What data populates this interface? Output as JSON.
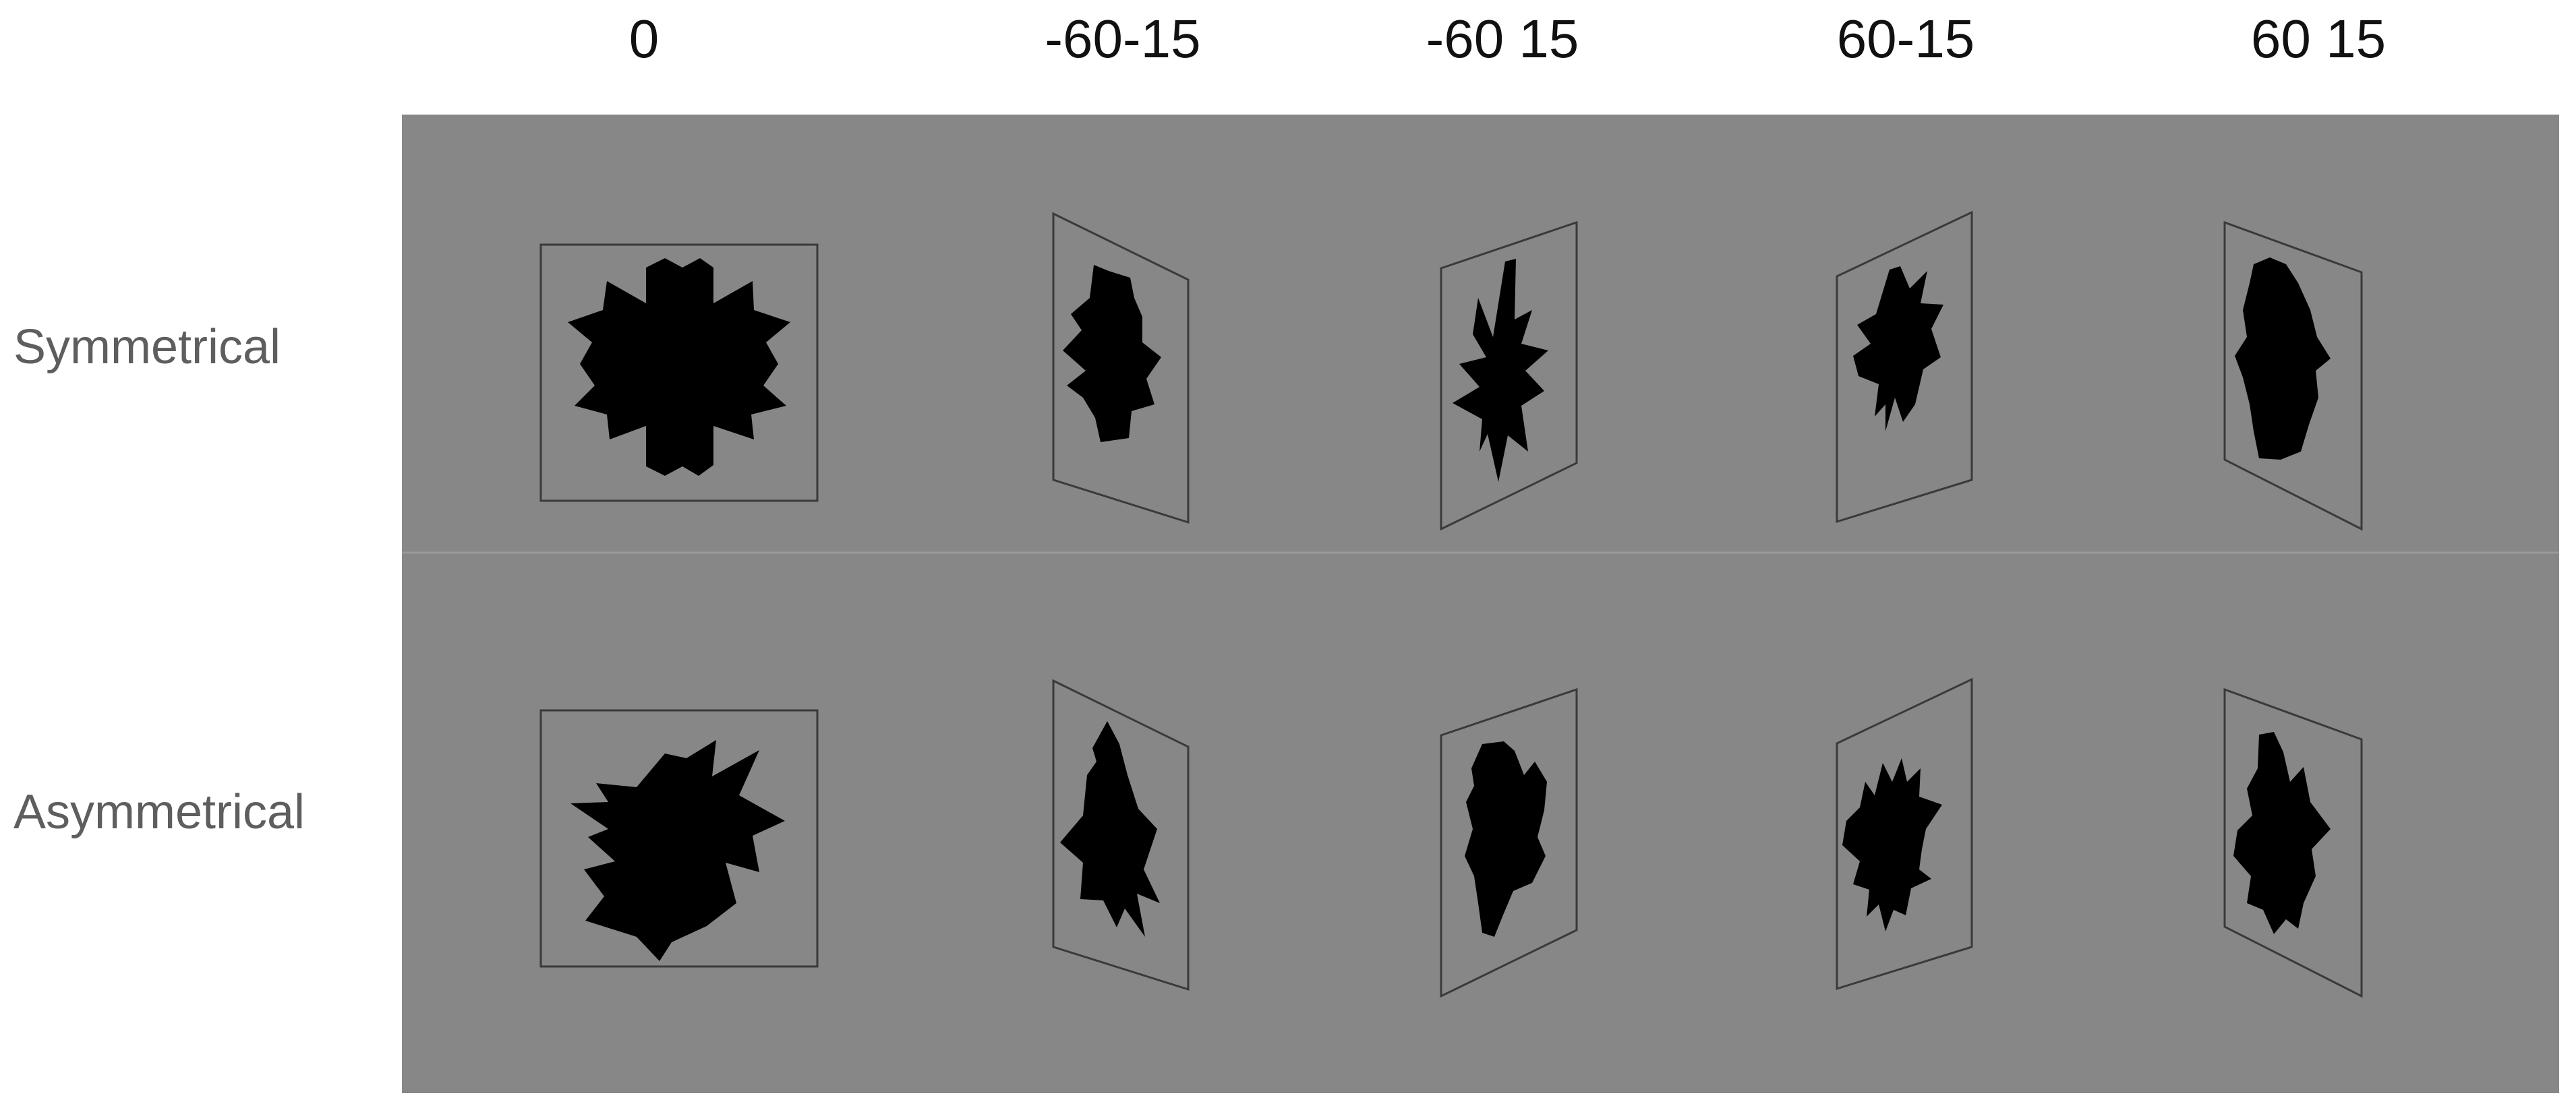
{
  "columns": [
    "0",
    "-60-15",
    "-60 15",
    "60-15",
    "60 15"
  ],
  "rows": [
    "Symmetrical",
    "Asymmetrical"
  ],
  "colors": {
    "panel_background": "#878787",
    "row_divider": "#9a9a9a",
    "shape_fill": "#000000",
    "frame_stroke": "#3a3a3a",
    "column_label_text": "#111111",
    "row_label_text": "#5e5e5e"
  }
}
